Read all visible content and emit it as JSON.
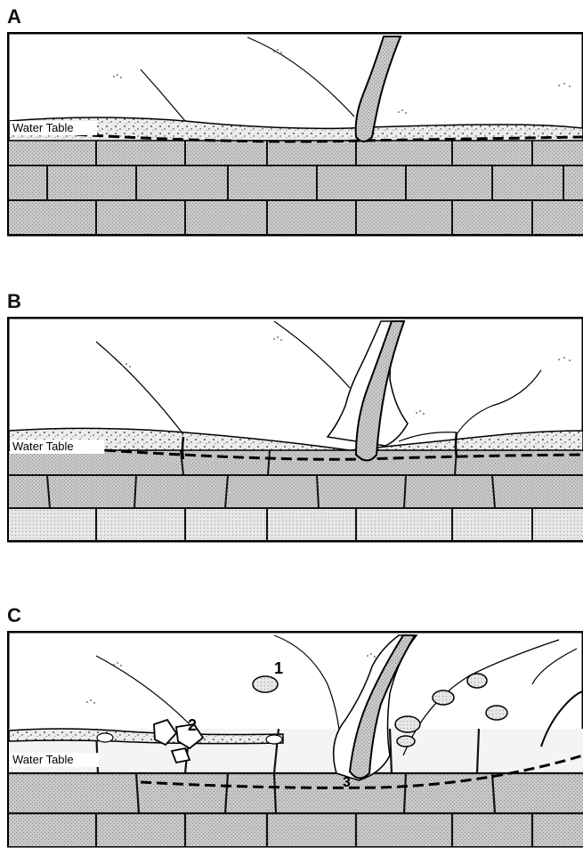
{
  "panels": [
    {
      "letter": "A",
      "water_table_label": "Water Table"
    },
    {
      "letter": "B",
      "water_table_label": "Water Table"
    },
    {
      "letter": "C",
      "water_table_label": "Water Table",
      "markers": {
        "one": "1",
        "two": "2",
        "three": "3"
      }
    }
  ]
}
